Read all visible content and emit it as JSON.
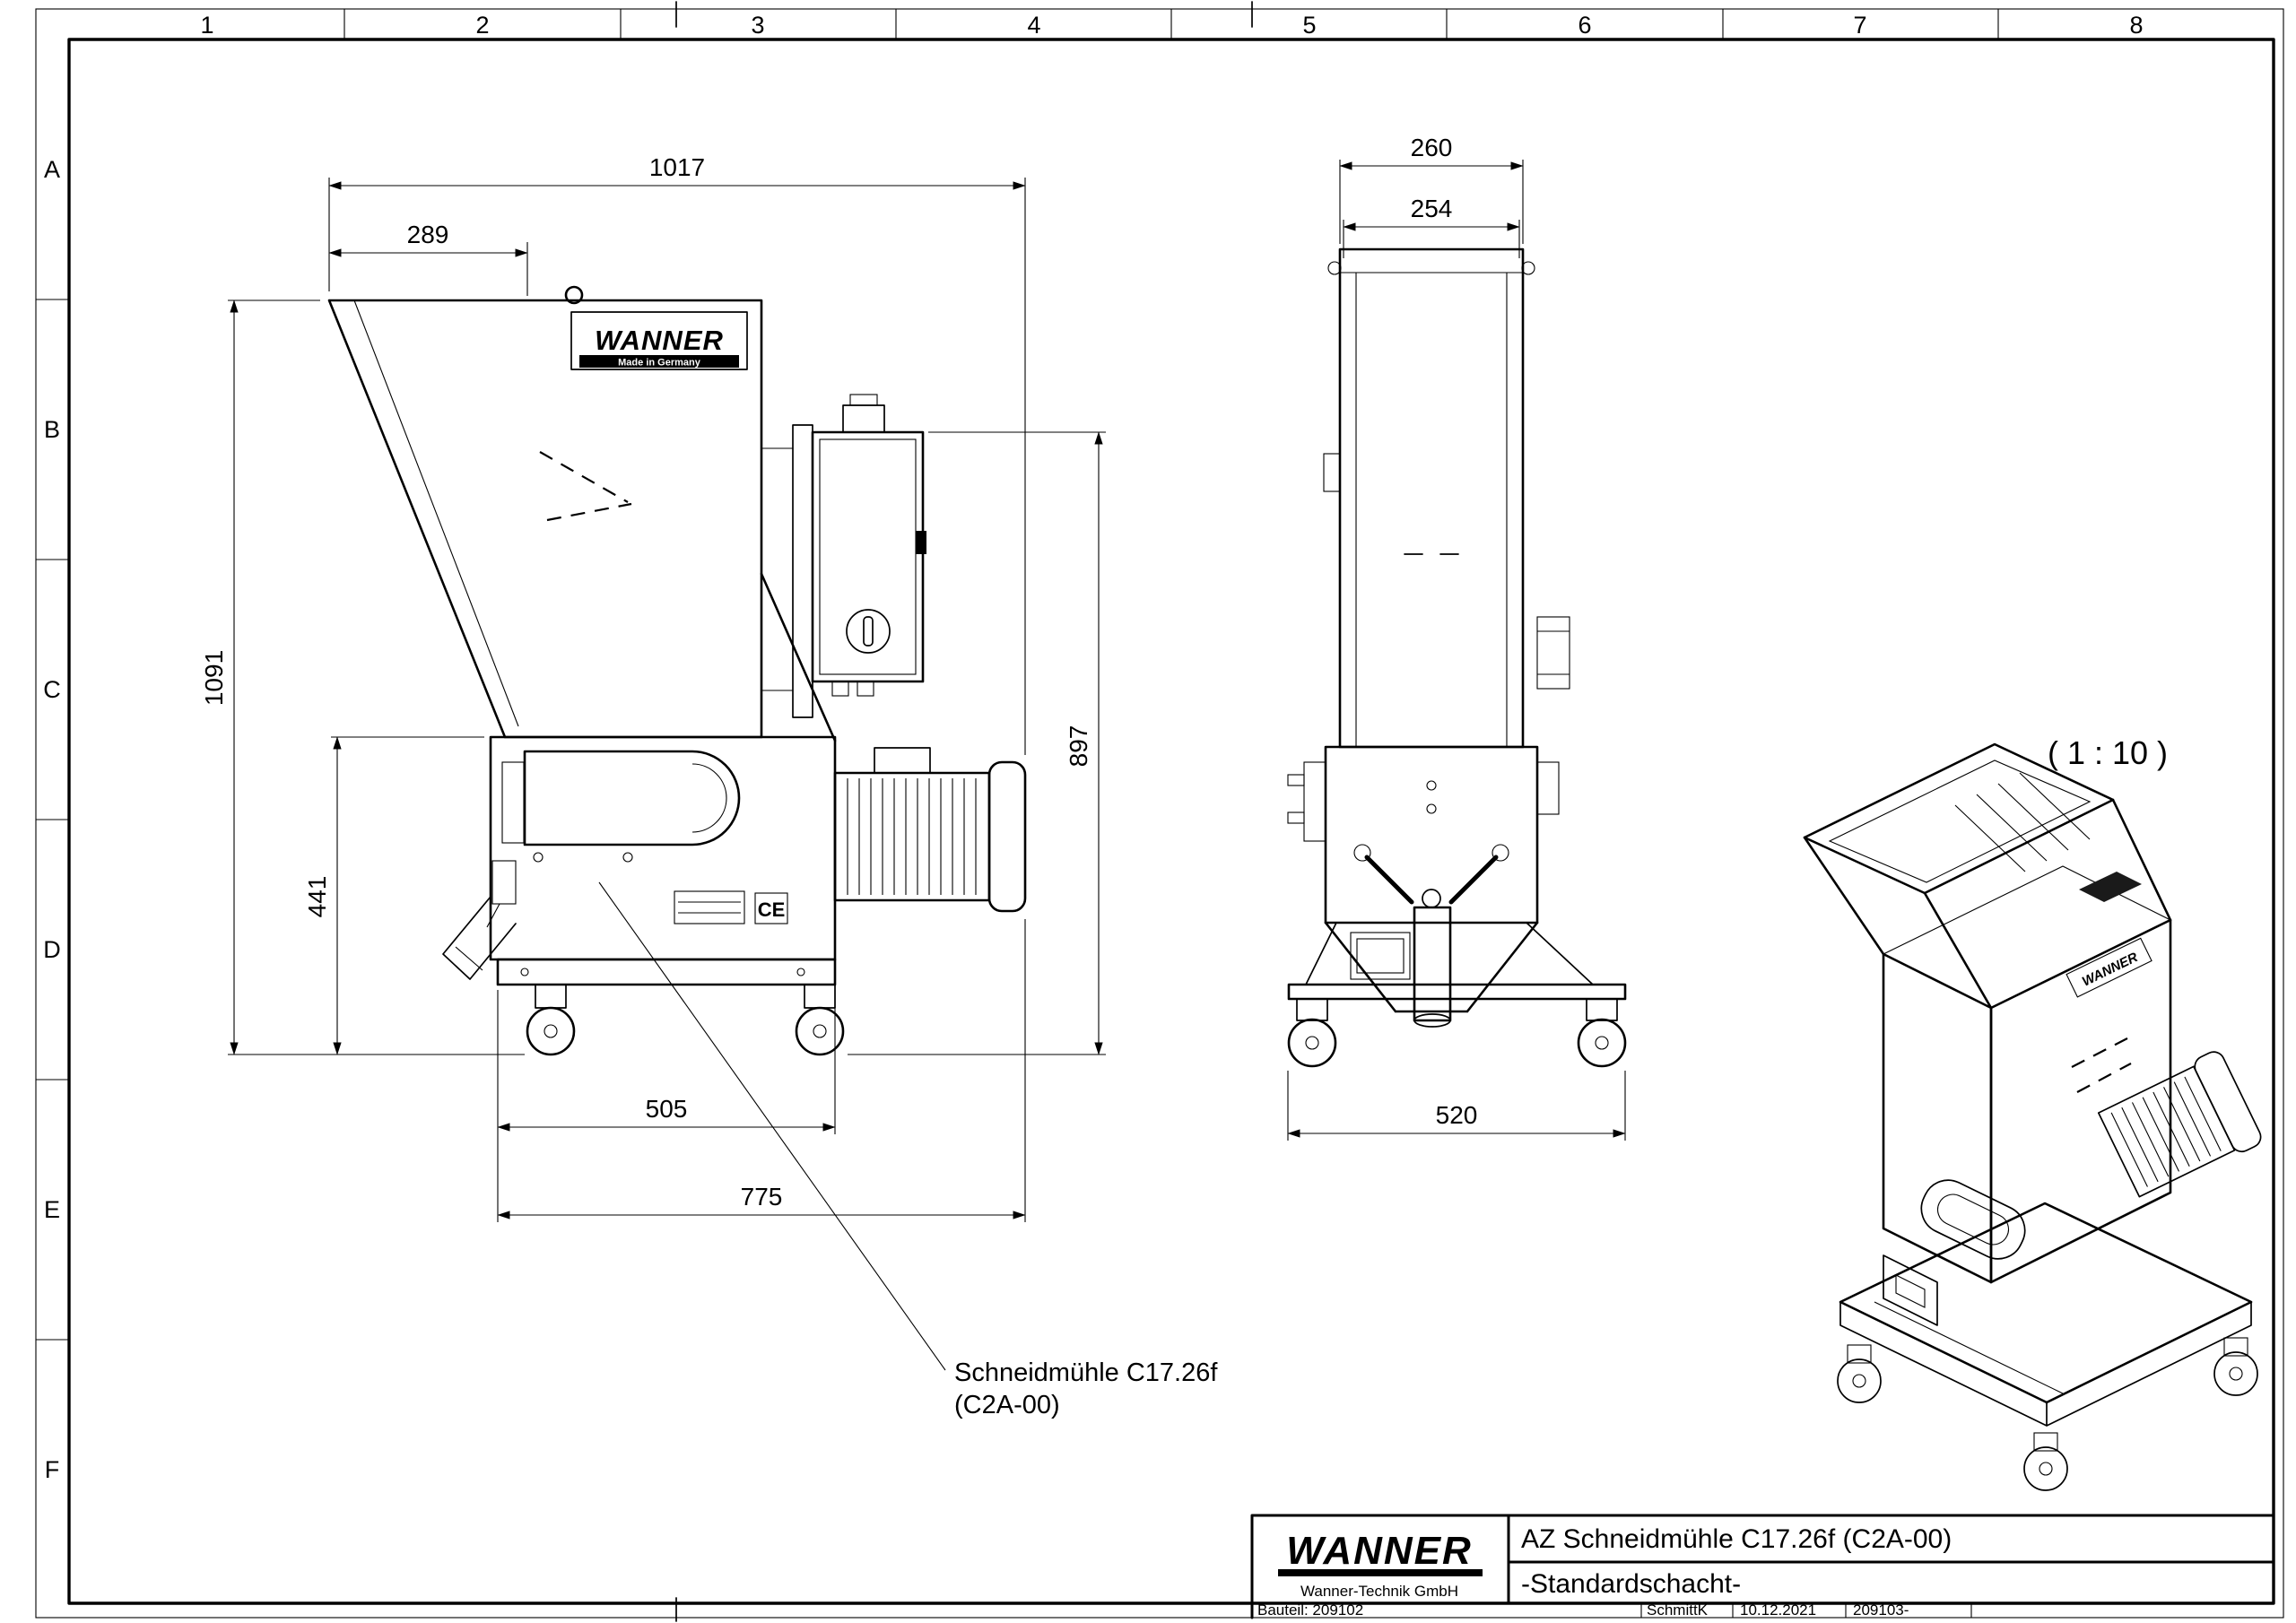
{
  "sheet": {
    "zone_columns": [
      "1",
      "2",
      "3",
      "4",
      "5",
      "6",
      "7",
      "8"
    ],
    "zone_rows": [
      "A",
      "B",
      "C",
      "D",
      "E",
      "F"
    ]
  },
  "logo": {
    "brand": "WANNER",
    "tagline": "Made in Germany",
    "company": "Wanner-Technik GmbH"
  },
  "side_view": {
    "dim_overall_width": "1017",
    "dim_hopper_offset": "289",
    "dim_overall_height": "1091",
    "dim_chamber_height": "441",
    "dim_box_height": "897",
    "dim_base_width": "505",
    "dim_footprint_width": "775",
    "callout_line1": "Schneidmühle C17.26f",
    "callout_line2": "(C2A-00)",
    "ce_mark": "CE"
  },
  "front_view": {
    "dim_chute_outer": "260",
    "dim_chute_inner": "254",
    "dim_base_width": "520"
  },
  "iso_view": {
    "scale_label": "( 1 : 10 )"
  },
  "title_block": {
    "title": "AZ Schneidmühle C17.26f (C2A-00)",
    "subtitle": "-Standardschacht-",
    "drawn_by": "SchmittK",
    "date": "10.12.2021",
    "drawing_number": "209103-",
    "part_ref": "Bauteil: 209102"
  }
}
